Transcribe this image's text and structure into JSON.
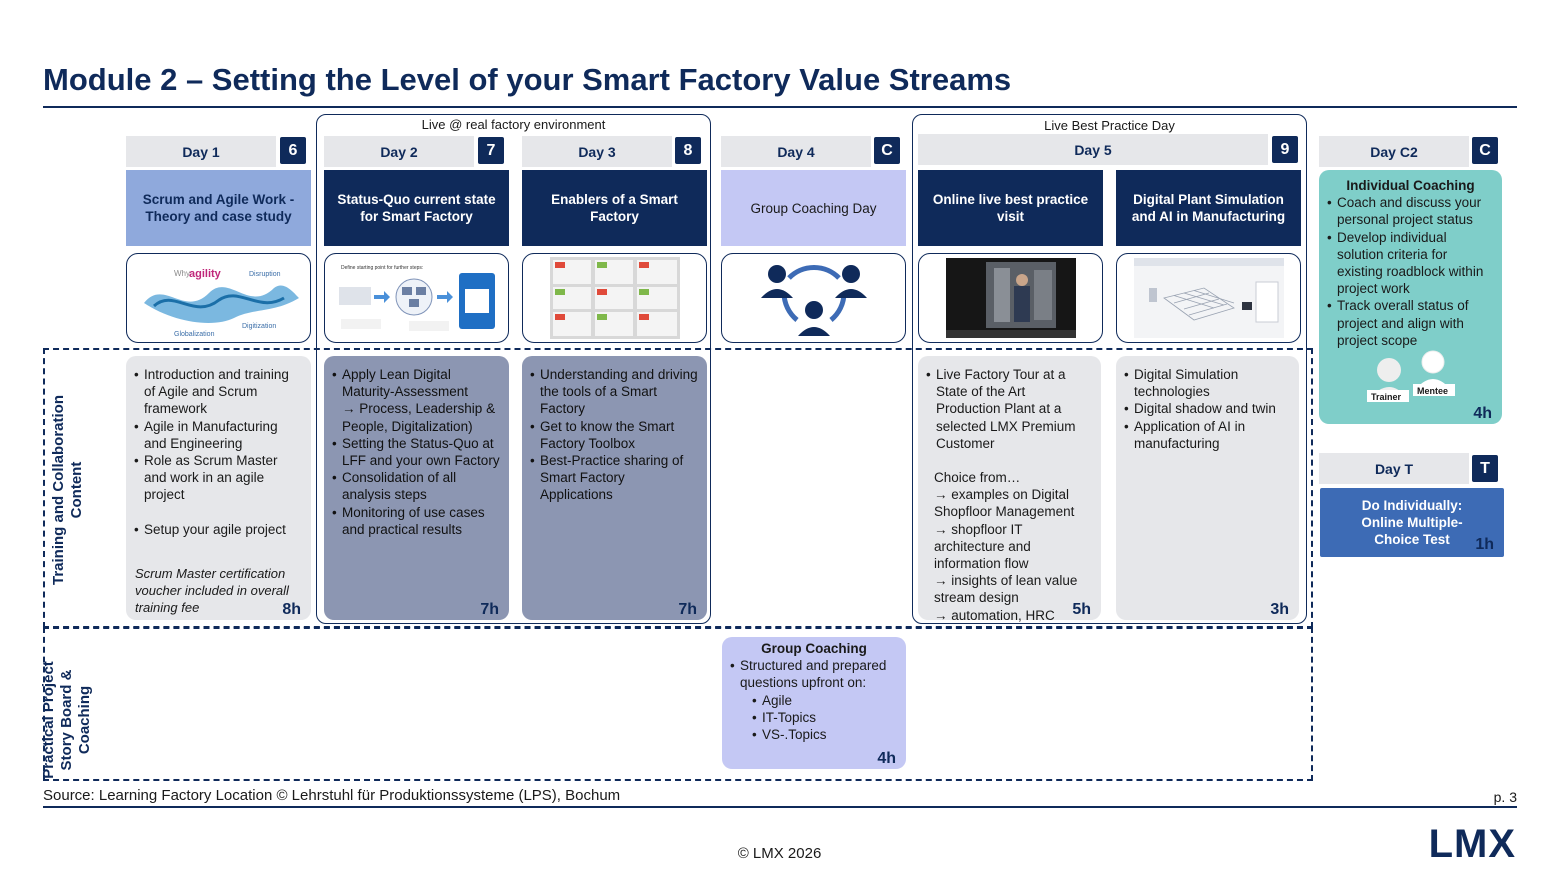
{
  "title": "Module 2 – Setting the Level of your Smart Factory Value Streams",
  "groups": {
    "live_factory": "Live @ real factory environment",
    "best_practice": "Live Best Practice Day"
  },
  "side_labels": {
    "training": "Training and Collaboration Content",
    "practical": "Practical Project Story Board & Coaching"
  },
  "days": {
    "d1": {
      "label": "Day 1",
      "badge": "6",
      "topic": "Scrum and Agile Work - Theory and case study",
      "items": [
        "Introduction and training of Agile and Scrum framework",
        "Agile in Manufacturing and Engineering",
        "Role as Scrum Master and work in an agile project",
        "Setup your agile project"
      ],
      "note": "Scrum Master certification voucher included in overall training fee",
      "hours": "8h"
    },
    "d2": {
      "label": "Day 2",
      "badge": "7",
      "topic": "Status-Quo current state for Smart Factory",
      "items": [
        "Apply Lean Digital Maturity-Assessment\n→ Process, Leadership & People, Digitalization)",
        "Setting the Status-Quo at LFF and your own Factory",
        "Consolidation of all analysis steps",
        "Monitoring of use cases and practical results"
      ],
      "hours": "7h"
    },
    "d3": {
      "label": "Day 3",
      "badge": "8",
      "topic": "Enablers of a Smart Factory",
      "items": [
        "Understanding and driving the tools of a Smart Factory",
        "Get to know the Smart Factory Toolbox",
        "Best-Practice sharing of Smart Factory Applications"
      ],
      "hours": "7h"
    },
    "d4": {
      "label": "Day 4",
      "badge": "C",
      "topic": "Group Coaching Day",
      "coaching_title": "Group Coaching",
      "coaching_item": "Structured and prepared questions upfront on:",
      "coaching_sub": [
        "Agile",
        "IT-Topics",
        "VS-.Topics"
      ],
      "hours": "4h"
    },
    "d5": {
      "label": "Day 5",
      "badge": "9",
      "topic_a": "Online live best practice visit",
      "topic_b": "Digital Plant Simulation and AI in Manufacturing",
      "a_item": "Live Factory Tour at a State of the Art Production Plant at a selected LMX Premium Customer",
      "a_choice": "Choice from…",
      "a_lines": [
        "→ examples on Digital Shopfloor Management",
        "→ shopfloor IT architecture and information flow",
        "→ insights of  lean value stream design",
        "→ automation, HRC"
      ],
      "a_hours": "5h",
      "b_items": [
        "Digital Simulation technologies",
        "Digital shadow and twin",
        "Application of AI in manufacturing"
      ],
      "b_hours": "3h"
    },
    "c2": {
      "label": "Day C2",
      "badge": "C",
      "title": "Individual Coaching",
      "items": [
        "Coach and discuss your personal project status",
        "Develop individual solution criteria for existing roadblock within project work",
        "Track overall status of project and align with project scope"
      ],
      "trainer": "Trainer",
      "mentee": "Mentee",
      "hours": "4h"
    },
    "dt": {
      "label": "Day T",
      "badge": "T",
      "text": "Do Individually: Online Multiple-Choice Test",
      "hours": "1h"
    }
  },
  "image_text": {
    "agility_why": "Why",
    "agility": "agility",
    "disruption": "Disruption",
    "globalization": "Globalization",
    "digitization": "Digitization",
    "define": "Define starting point for further steps:"
  },
  "footer": {
    "source": "Source: Learning Factory Location © Lehrstuhl für Produktionssysteme (LPS), Bochum",
    "page": "p. 3",
    "copyright": "© LMX 2026",
    "logo": "LMX"
  },
  "colors": {
    "navy": "#0f2a5a",
    "light_blue": "#8fa9dc",
    "lavender": "#c4c8f4",
    "slate": "#8c96b2",
    "grey": "#e6e7ea",
    "teal": "#7fcec9",
    "blue": "#3d6bb5"
  }
}
